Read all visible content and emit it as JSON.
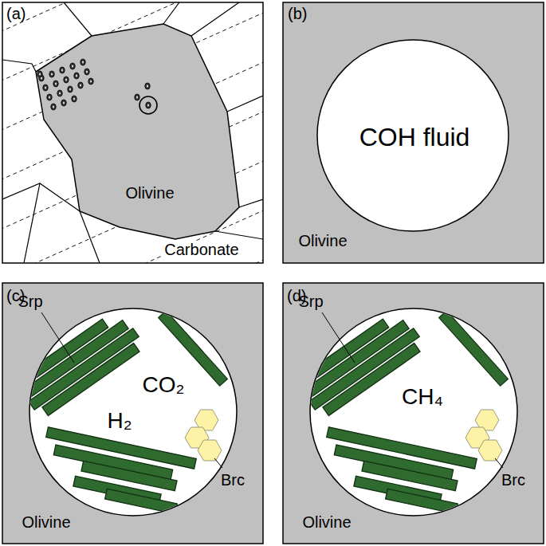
{
  "diagram": {
    "nodes": [
      {
        "text": [
          "(a)",
          "Carbonate"
        ]
      },
      {
        "text": [
          "Olivine"
        ],
        "in": 0
      },
      {
        "text": [
          "(b)",
          "Olivine"
        ]
      },
      {
        "text": [
          "COH fluid"
        ],
        "in": 2
      },
      {
        "text": [
          "(c)",
          "Olivine"
        ]
      },
      {
        "text": [
          "CO₂",
          "H₂"
        ],
        "in": 4
      },
      {
        "text": [
          "(d)",
          "Olivine"
        ]
      },
      {
        "text": [
          "CH₄"
        ],
        "in": 6
      }
    ],
    "labels": [
      "Srp",
      "Brc",
      "Srp",
      "Brc"
    ]
  }
}
